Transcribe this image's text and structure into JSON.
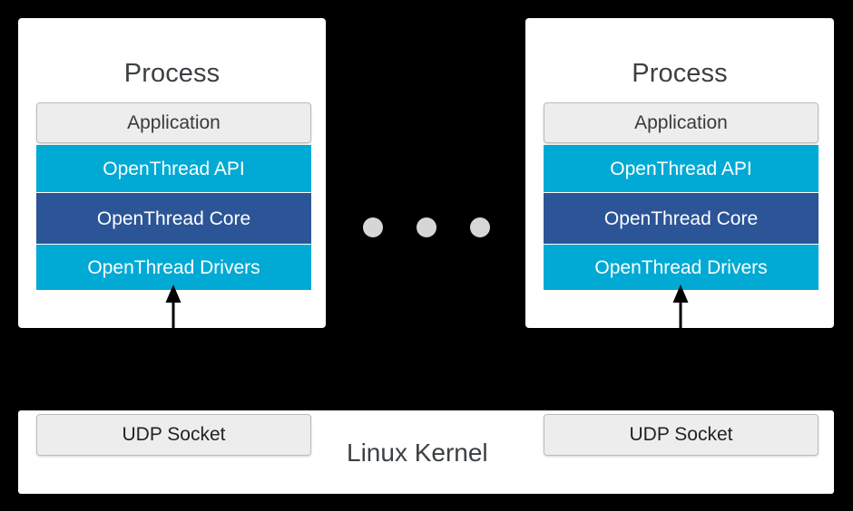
{
  "diagram": {
    "background_color": "#000000",
    "processes": [
      {
        "title": "Process",
        "layers": [
          {
            "label": "Application",
            "color": "#EDEDED",
            "text_color": "#3A3A3A"
          },
          {
            "label": "OpenThread API",
            "color": "#00AAD4",
            "text_color": "#FFFFFF"
          },
          {
            "label": "OpenThread Core",
            "color": "#2B5597",
            "text_color": "#FFFFFF"
          },
          {
            "label": "OpenThread Drivers",
            "color": "#00AAD4",
            "text_color": "#FFFFFF"
          }
        ]
      },
      {
        "title": "Process",
        "layers": [
          {
            "label": "Application",
            "color": "#EDEDED",
            "text_color": "#3A3A3A"
          },
          {
            "label": "OpenThread API",
            "color": "#00AAD4",
            "text_color": "#FFFFFF"
          },
          {
            "label": "OpenThread Core",
            "color": "#2B5597",
            "text_color": "#FFFFFF"
          },
          {
            "label": "OpenThread Drivers",
            "color": "#00AAD4",
            "text_color": "#FFFFFF"
          }
        ]
      }
    ],
    "ellipsis": {
      "dot_count": 3,
      "dot_color": "#D6D6D6"
    },
    "kernel": {
      "title": "Linux Kernel",
      "sockets": [
        {
          "label": "UDP Socket"
        },
        {
          "label": "UDP Socket"
        }
      ]
    },
    "connectors": [
      {
        "name": "udp-socket-to-drivers-left",
        "direction": "up",
        "color": "#000000"
      },
      {
        "name": "udp-socket-to-drivers-right",
        "direction": "up",
        "color": "#000000"
      }
    ]
  }
}
